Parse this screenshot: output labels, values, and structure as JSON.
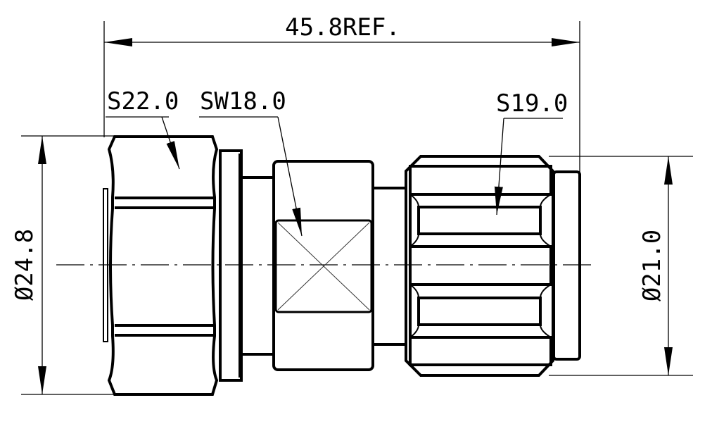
{
  "drawing": {
    "overall_length": "45.8REF.",
    "left_nut_hex": "S22.0",
    "middle_wrench_flat": "SW18.0",
    "right_nut_hex": "S19.0",
    "left_diameter": "Ø24.8",
    "right_diameter": "Ø21.0"
  }
}
